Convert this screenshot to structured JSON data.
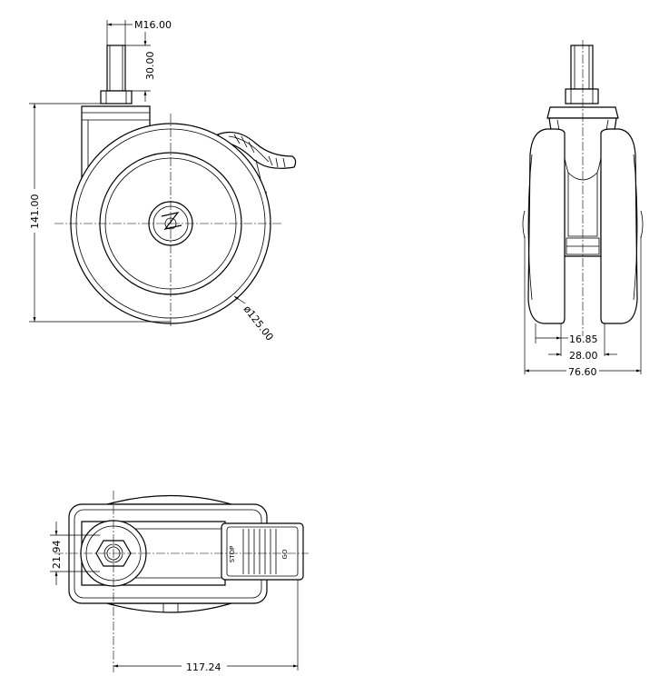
{
  "dimensions": {
    "stem_thread": "M16.00",
    "stem_length": "30.00",
    "overall_height": "141.00",
    "wheel_diameter": "ø125.00",
    "tread_width": "16.85",
    "hub_width": "28.00",
    "overall_width": "76.60",
    "mount_width": "21.94",
    "overall_length": "117.24"
  },
  "brake_markings": {
    "left": "STOP",
    "right": "GO"
  },
  "colors": {
    "line": "#000000",
    "background": "#ffffff"
  }
}
